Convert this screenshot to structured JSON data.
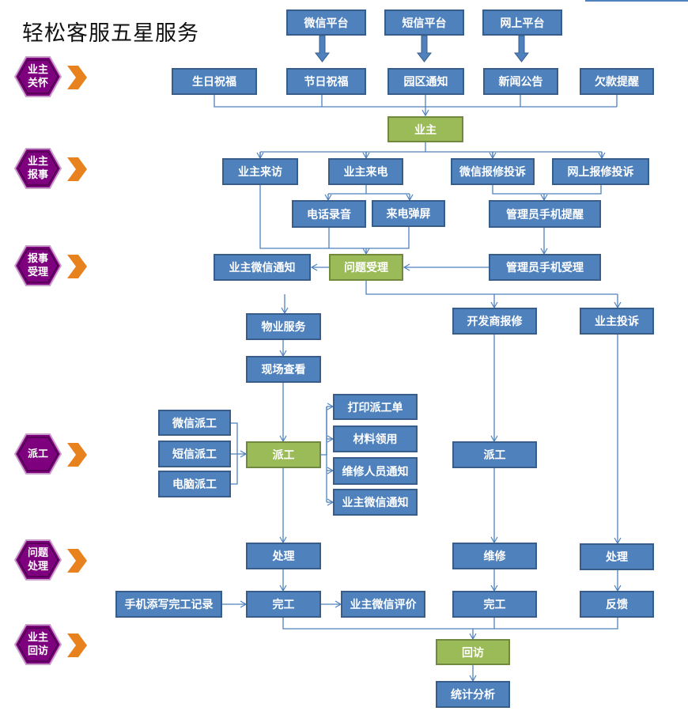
{
  "title": "轻松客服五星服务",
  "stages": [
    "业主关怀",
    "业主报事",
    "报事受理",
    "派工",
    "问题处理",
    "业主回访"
  ],
  "stage_lines": [
    [
      "业主",
      "关怀"
    ],
    [
      "业主",
      "报事"
    ],
    [
      "报事",
      "受理"
    ],
    [
      "派工"
    ],
    [
      "问题",
      "处理"
    ],
    [
      "业主",
      "回访"
    ]
  ],
  "boxes": {
    "wechat_platform": "微信平台",
    "sms_platform": "短信平台",
    "web_platform": "网上平台",
    "birthday": "生日祝福",
    "holiday": "节日祝福",
    "park_notice": "园区通知",
    "news": "新闻公告",
    "arrears": "欠款提醒",
    "owner": "业主",
    "visit": "业主来访",
    "call": "业主来电",
    "wechat_report": "微信报修投诉",
    "web_report": "网上报修投诉",
    "recording": "电话录音",
    "popup": "来电弹屏",
    "admin_remind": "管理员手机提醒",
    "owner_wechat_notify": "业主微信通知",
    "accept": "问题受理",
    "admin_accept": "管理员手机受理",
    "property_service": "物业服务",
    "developer_repair": "开发商报修",
    "owner_complaint": "业主投诉",
    "onsite": "现场查看",
    "wechat_dispatch": "微信派工",
    "sms_dispatch": "短信派工",
    "pc_dispatch": "电脑派工",
    "dispatch": "派工",
    "print_order": "打印派工单",
    "material": "材料领用",
    "staff_notify": "维修人员通知",
    "owner_wechat_notify2": "业主微信通知",
    "dev_dispatch": "派工",
    "handle": "处理",
    "repair": "维修",
    "handle2": "处理",
    "mobile_record": "手机添写完工记录",
    "complete": "完工",
    "owner_rating": "业主微信评价",
    "complete2": "完工",
    "feedback": "反馈",
    "revisit": "回访",
    "stats": "统计分析"
  },
  "colors": {
    "box": "#4f81bd",
    "green": "#9bbb59",
    "hex": "#7f007f",
    "chevron": "#e46c0a",
    "line": "#4f81bd"
  }
}
